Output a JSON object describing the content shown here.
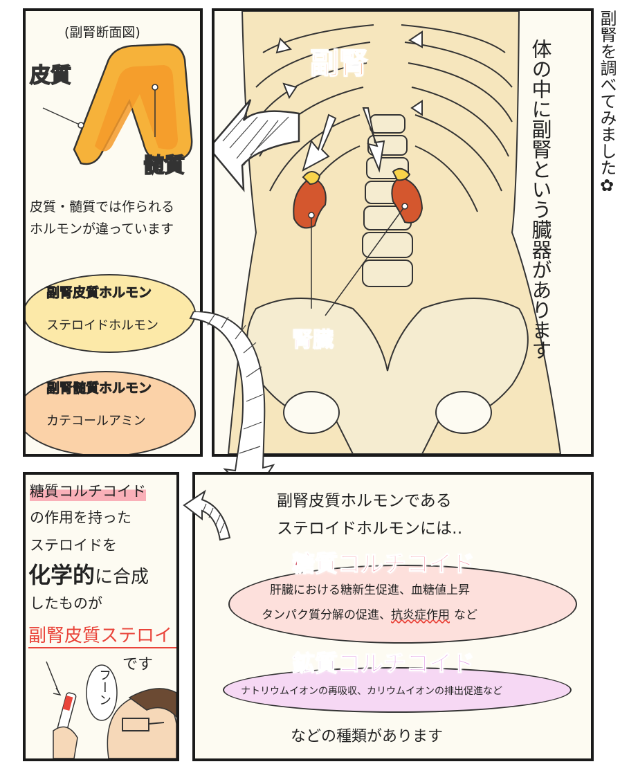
{
  "colors": {
    "paper": "#fdfbf2",
    "body_skin": "#f6e6bd",
    "bone": "#f5ecd0",
    "cortex": "#f6b23a",
    "medulla": "#f49a2a",
    "kidney": "#d4572e",
    "adrenal_label": "#f26a1b",
    "kidney_label": "#e8306e",
    "pink_highlight": "#f27b8e",
    "purple_highlight": "#d46ad6",
    "steroid_red": "#e9443a"
  },
  "panel1": {
    "title": "(副腎断面図)",
    "cortex_label": "皮質",
    "medulla_label": "髄質",
    "desc_line1": "皮質・髄質では作られる",
    "desc_line2": "ホルモンが違っています",
    "hormone1_title": "副腎皮質ホルモン",
    "hormone1_text": "ステロイドホルモン",
    "hormone2_title": "副腎髄質ホルモン",
    "hormone2_text": "カテコールアミン"
  },
  "panel2": {
    "adrenal_label": "副腎",
    "kidney_label": "腎臓",
    "vertical_caption": "体の中に副腎という臓器があります"
  },
  "side_caption": "副腎を調べてみました✿",
  "panel3": {
    "line1": "糖質コルチコイド",
    "line2": "の作用を持った",
    "line3": "ステロイドを",
    "line4_big": "化学的",
    "line4_rest": "に合成",
    "line5": "したものが",
    "line6": "副腎皮質ステロイド",
    "line7": "です",
    "speech": "フーン"
  },
  "panel4": {
    "intro1": "副腎皮質ホルモンである",
    "intro2": "ステロイドホルモンには‥",
    "gluco_title_a": "糖質",
    "gluco_title_b": "コルチコイド",
    "gluco_line1": "肝臓における糖新生促進、血糖値上昇",
    "gluco_line2_a": "タンパク質分解の促進、",
    "gluco_line2_b": "抗炎症作用",
    "gluco_line2_c": "など",
    "mineral_title_a": "鉱質",
    "mineral_title_b": "コルチコイド",
    "mineral_line": "ナトリウムイオンの再吸収、カリウムイオンの排出促進など",
    "outro": "などの種類があります"
  }
}
